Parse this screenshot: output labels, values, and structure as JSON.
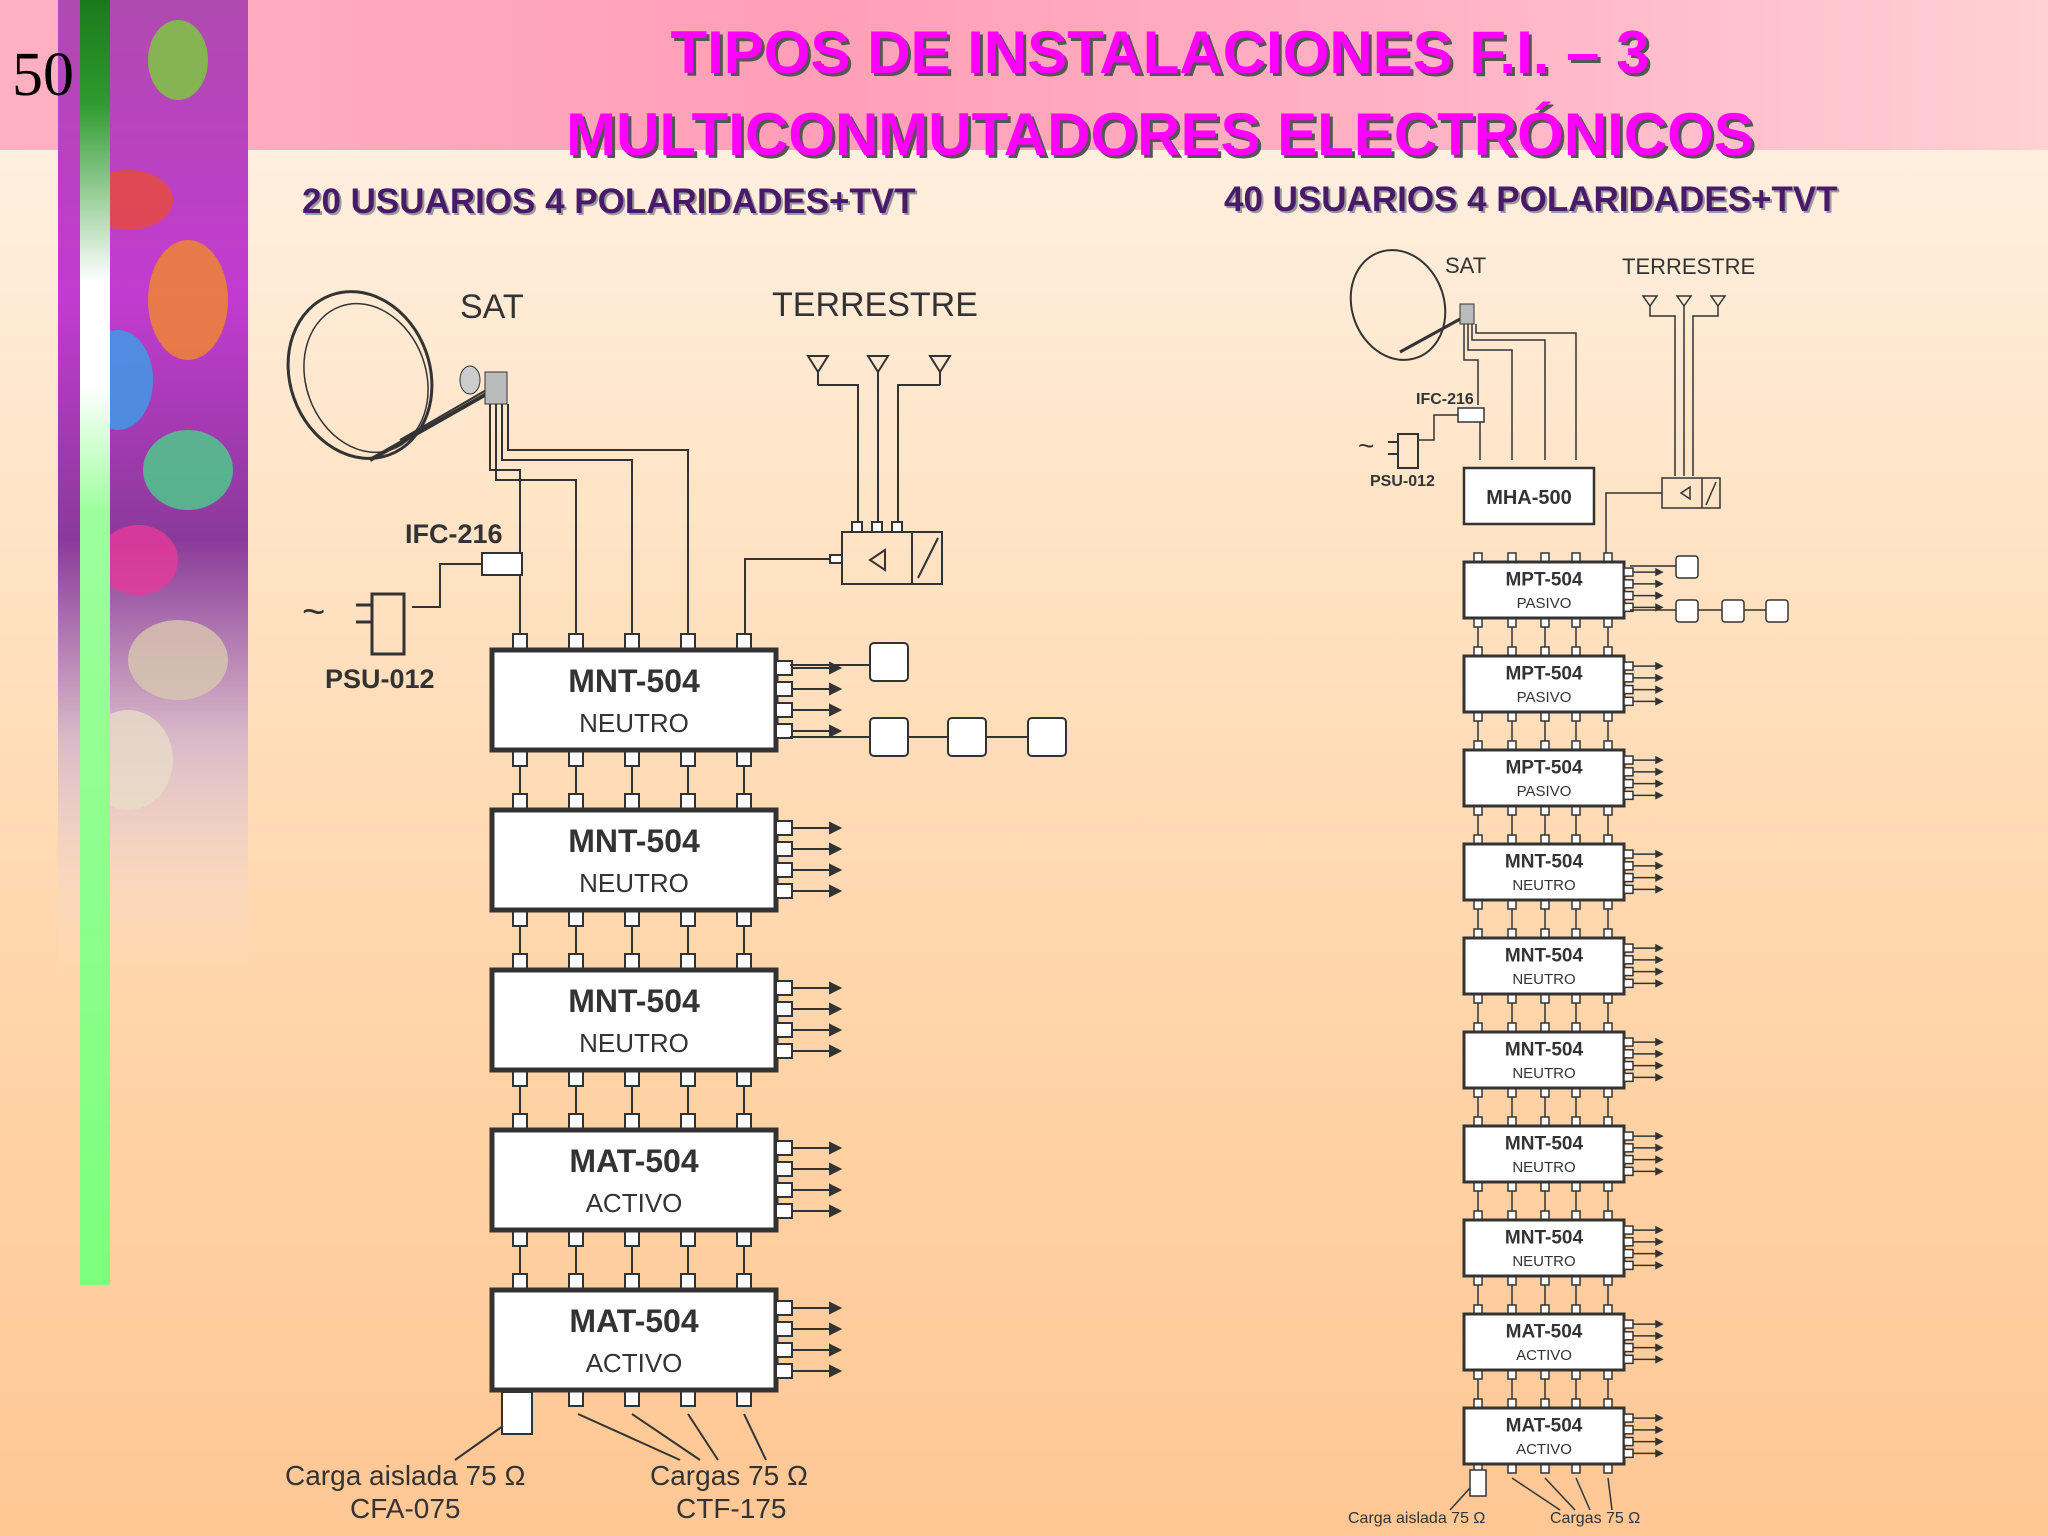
{
  "slide": {
    "page_number": "50",
    "title_line1": "TIPOS DE INSTALACIONES F.I. – 3",
    "title_line2": "MULTICONMUTADORES ELECTRÓNICOS"
  },
  "left_diagram": {
    "subtitle": "20 USUARIOS 4 POLARIDADES+TVT",
    "sat_label": "SAT",
    "terrestre_label": "TERRESTRE",
    "ifc_label": "IFC-216",
    "psu_label": "PSU-012",
    "tilde": "~",
    "modules": [
      {
        "model": "MNT-504",
        "type": "NEUTRO"
      },
      {
        "model": "MNT-504",
        "type": "NEUTRO"
      },
      {
        "model": "MNT-504",
        "type": "NEUTRO"
      },
      {
        "model": "MAT-504",
        "type": "ACTIVO"
      },
      {
        "model": "MAT-504",
        "type": "ACTIVO"
      }
    ],
    "carga_aislada": "Carga aislada 75 Ω",
    "carga_aislada_code": "CFA-075",
    "cargas": "Cargas 75 Ω",
    "cargas_code": "CTF-175"
  },
  "right_diagram": {
    "subtitle": "40 USUARIOS 4 POLARIDADES+TVT",
    "sat_label": "SAT",
    "terrestre_label": "TERRESTRE",
    "ifc_label": "IFC-216",
    "psu_label": "PSU-012",
    "tilde": "~",
    "head_module": "MHA-500",
    "modules": [
      {
        "model": "MPT-504",
        "type": "PASIVO"
      },
      {
        "model": "MPT-504",
        "type": "PASIVO"
      },
      {
        "model": "MPT-504",
        "type": "PASIVO"
      },
      {
        "model": "MNT-504",
        "type": "NEUTRO"
      },
      {
        "model": "MNT-504",
        "type": "NEUTRO"
      },
      {
        "model": "MNT-504",
        "type": "NEUTRO"
      },
      {
        "model": "MNT-504",
        "type": "NEUTRO"
      },
      {
        "model": "MNT-504",
        "type": "NEUTRO"
      },
      {
        "model": "MAT-504",
        "type": "ACTIVO"
      },
      {
        "model": "MAT-504",
        "type": "ACTIVO"
      }
    ],
    "carga_aislada": "Carga aislada 75 Ω",
    "cargas": "Cargas 75 Ω"
  }
}
